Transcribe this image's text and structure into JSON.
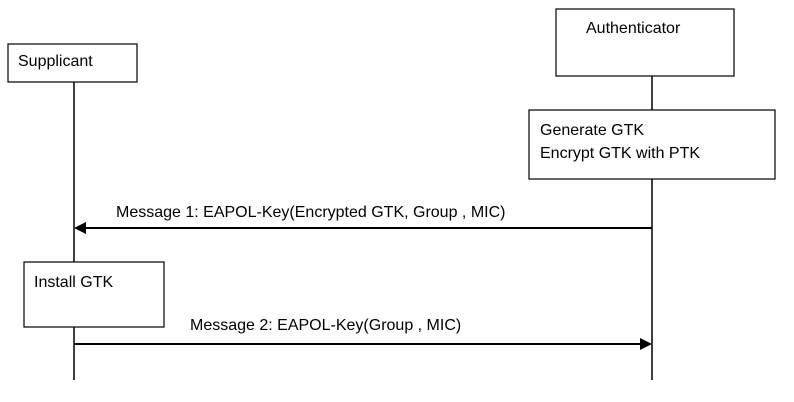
{
  "actors": {
    "supplicant": "Supplicant",
    "authenticator": "Authenticator"
  },
  "notes": {
    "authenticator_line1": "Generate GTK",
    "authenticator_line2": "Encrypt GTK with PTK",
    "supplicant": "Install GTK"
  },
  "messages": {
    "msg1": "Message 1: EAPOL-Key(Encrypted GTK, Group , MIC)",
    "msg2": "Message 2: EAPOL-Key(Group , MIC)"
  }
}
